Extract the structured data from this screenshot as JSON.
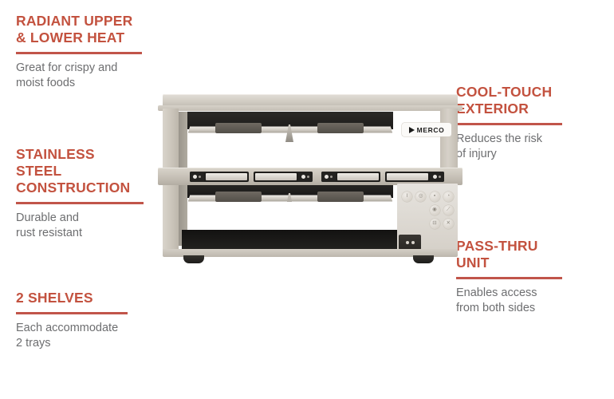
{
  "theme": {
    "accent_red": "#c3523f",
    "rule_red": "#c1554a",
    "body_gray": "#6d6e70",
    "background": "#ffffff"
  },
  "callouts": {
    "radiant": {
      "heading": "RADIANT UPPER\n& LOWER HEAT",
      "body": "Great for crispy and\nmoist foods"
    },
    "stainless": {
      "heading": "STAINLESS\nSTEEL\nCONSTRUCTION",
      "body": "Durable and\nrust resistant"
    },
    "shelves": {
      "heading": "2 SHELVES",
      "body": "Each accommodate\n2 trays"
    },
    "cool_touch": {
      "heading": "COOL-TOUCH\nEXTERIOR",
      "body": "Reduces the risk\nof injury"
    },
    "pass_thru": {
      "heading": "PASS-THRU\nUNIT",
      "body": "Enables access\nfrom both sides"
    }
  },
  "product": {
    "brand": "MERCO",
    "type": "double-shelf pass-thru heated merchandiser",
    "keypad": {
      "keys": [
        "I",
        "◎",
        "▪",
        "◔",
        "",
        "◉",
        "⟋",
        "",
        "",
        "",
        "⊟",
        "✕"
      ]
    }
  }
}
